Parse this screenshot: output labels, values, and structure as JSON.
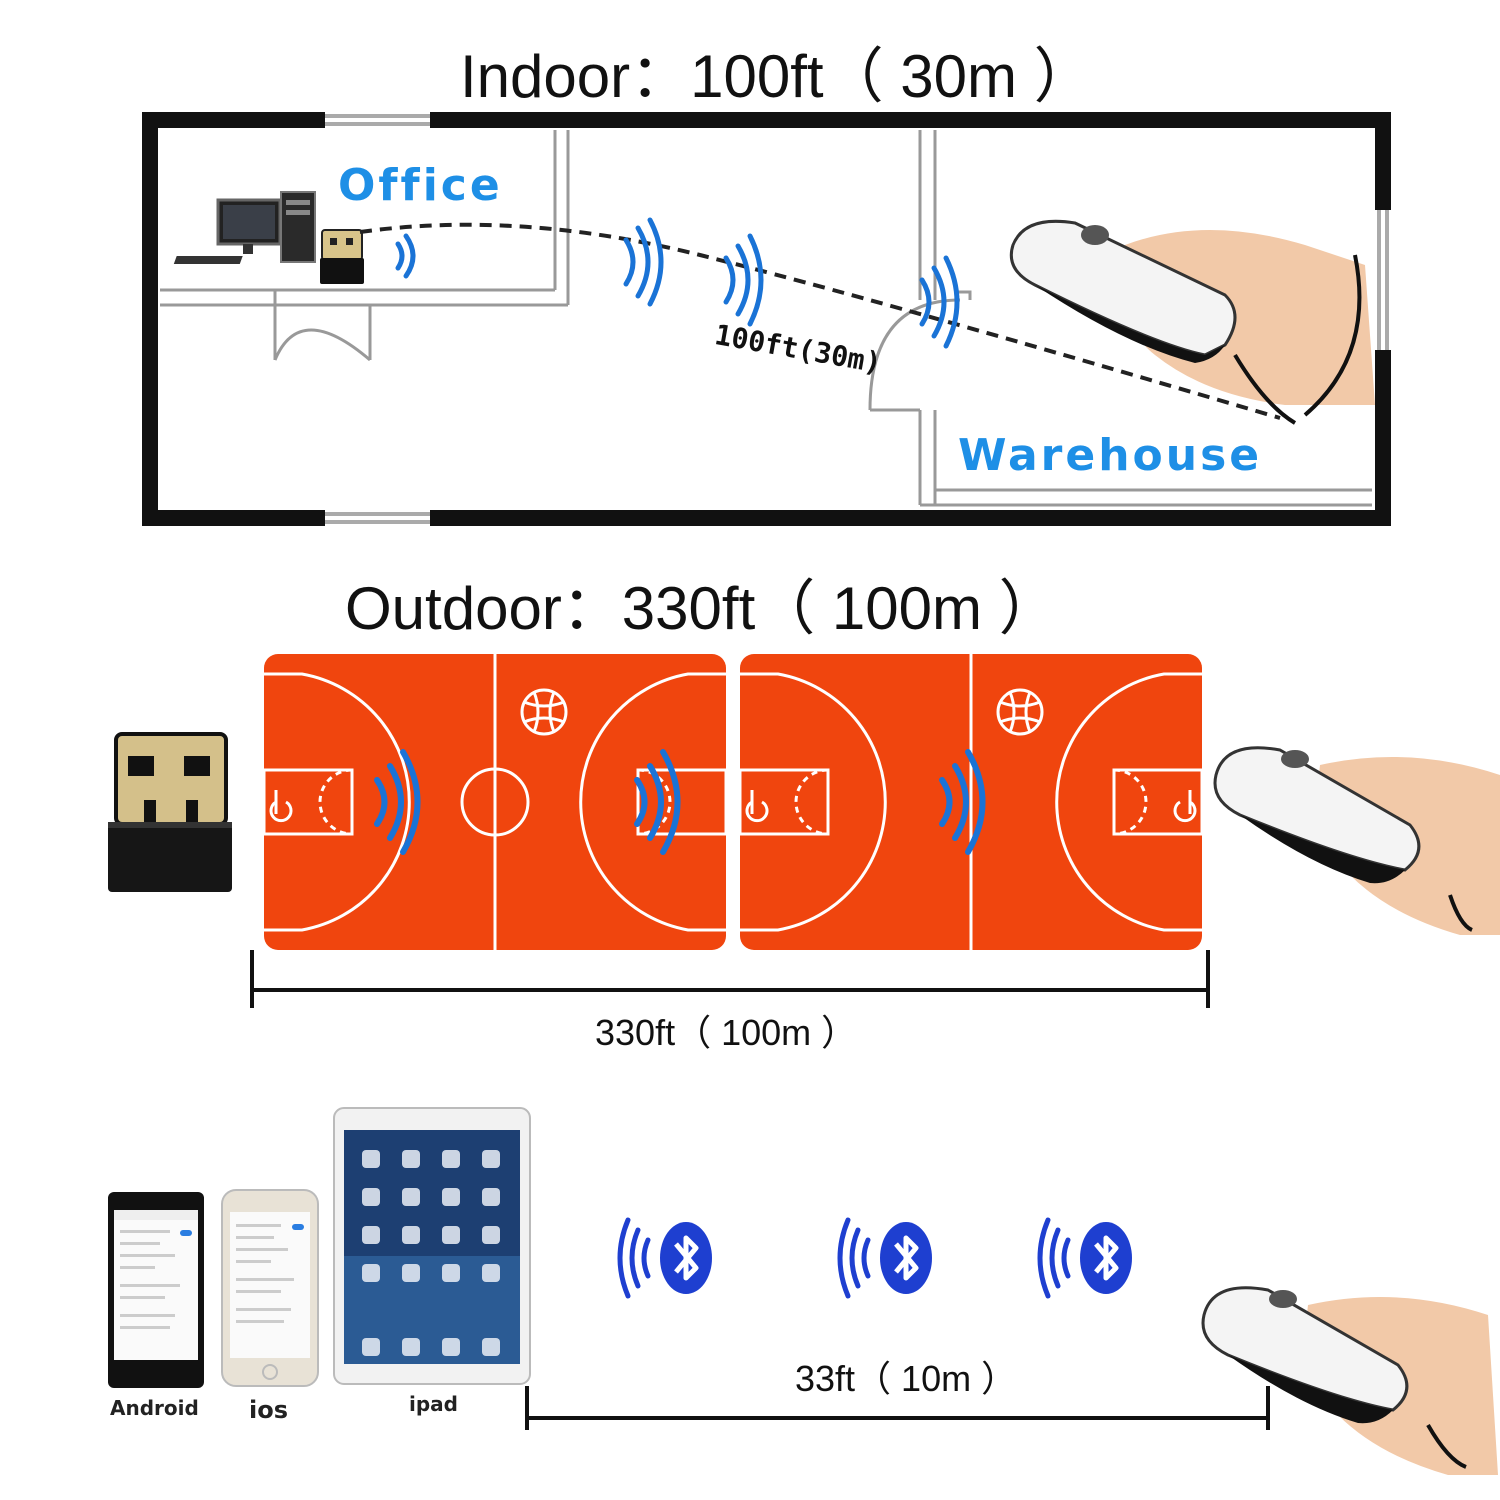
{
  "indoor": {
    "heading": "Indoor：100ft（ 30m ）",
    "office_label": "Office",
    "warehouse_label": "Warehouse",
    "path_label": "100ft(30m)"
  },
  "outdoor": {
    "heading": "Outdoor：330ft（ 100m ）",
    "distance_label": "330ft（ 100m ）"
  },
  "bluetooth": {
    "devices": [
      {
        "label": "Android"
      },
      {
        "label": "ios"
      },
      {
        "label": "ipad"
      }
    ],
    "distance_label": "33ft（ 10m ）"
  },
  "colors": {
    "label_blue": "#1e8fe6",
    "court_orange": "#f0450e",
    "signal_blue": "#1a73d6",
    "bt_blue": "#1e3fd0",
    "wall": "#111111"
  },
  "icons": [
    "computer-icon",
    "usb-receiver-icon",
    "barcode-scanner-icon",
    "basketball-icon",
    "bluetooth-icon",
    "signal-waves-icon"
  ]
}
